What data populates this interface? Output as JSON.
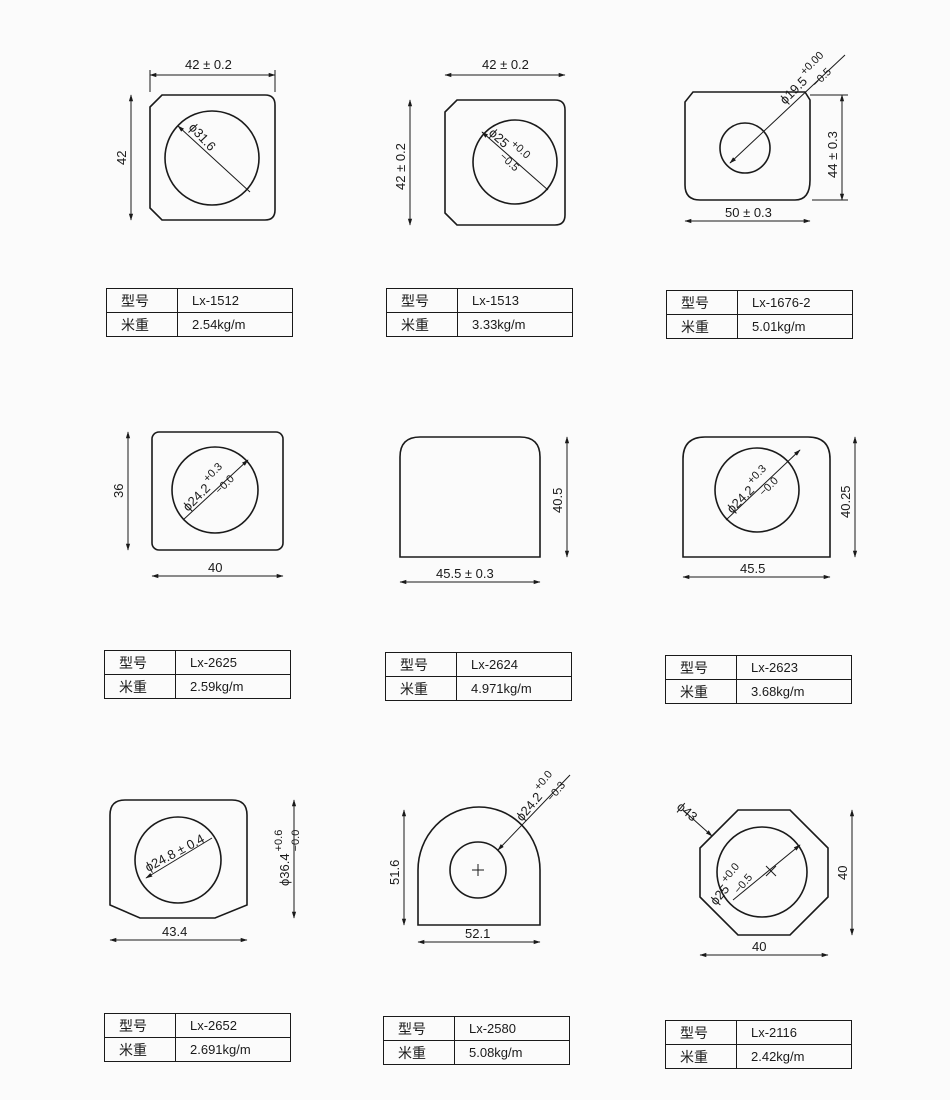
{
  "labels": {
    "model": "型号",
    "weight": "米重"
  },
  "parts": [
    {
      "model": "Lx-1512",
      "weight": "2.54kg/m",
      "dims": {
        "top": "42 ± 0.2",
        "left": "42",
        "dia": "ϕ31.6"
      }
    },
    {
      "model": "Lx-1513",
      "weight": "3.33kg/m",
      "dims": {
        "top": "42 ± 0.2",
        "left": "42 ± 0.2",
        "dia": "ϕ25",
        "tol_up": "+0.0",
        "tol_down": "−0.5"
      }
    },
    {
      "model": "Lx-1676-2",
      "weight": "5.01kg/m",
      "dims": {
        "right": "44 ± 0.3",
        "bottom": "50 ± 0.3",
        "dia": "ϕ19.5",
        "tol_up": "+0.00",
        "tol_down": "−0.5"
      }
    },
    {
      "model": "Lx-2625",
      "weight": "2.59kg/m",
      "dims": {
        "left": "36",
        "bottom": "40",
        "dia": "ϕ24.2",
        "tol_up": "+0.3",
        "tol_down": "−0.0"
      }
    },
    {
      "model": "Lx-2624",
      "weight": "4.971kg/m",
      "dims": {
        "right": "40.5",
        "bottom": "45.5 ± 0.3"
      }
    },
    {
      "model": "Lx-2623",
      "weight": "3.68kg/m",
      "dims": {
        "right": "40.25",
        "bottom": "45.5",
        "dia": "ϕ24.2",
        "tol_up": "+0.3",
        "tol_down": "−0.0"
      }
    },
    {
      "model": "Lx-2652",
      "weight": "2.691kg/m",
      "dims": {
        "right": "ϕ36.4",
        "tol_up": "+0.6",
        "tol_down": "−0.0",
        "bottom": "43.4",
        "dia": "ϕ24.8 ± 0.4"
      }
    },
    {
      "model": "Lx-2580",
      "weight": "5.08kg/m",
      "dims": {
        "left": "51.6",
        "bottom": "52.1",
        "dia": "ϕ24.2",
        "tol_up": "+0.0",
        "tol_down": "−0.3"
      }
    },
    {
      "model": "Lx-2116",
      "weight": "2.42kg/m",
      "dims": {
        "outer": "ϕ43",
        "right": "40",
        "bottom": "40",
        "dia": "ϕ25",
        "tol_up": "+0.0",
        "tol_down": "−0.5"
      }
    }
  ]
}
